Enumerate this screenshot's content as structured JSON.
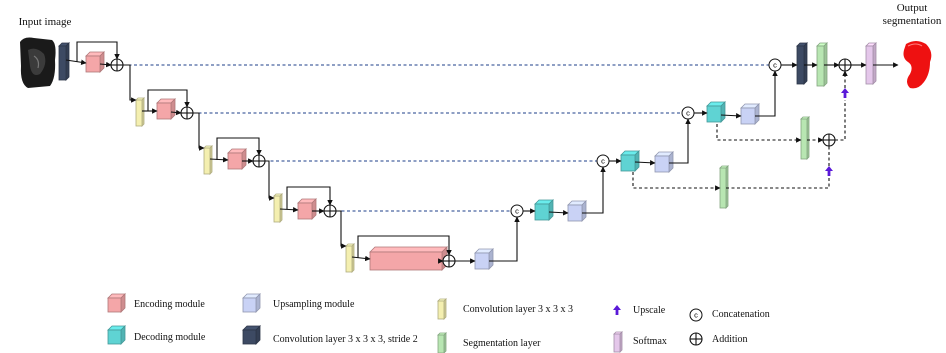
{
  "titles": {
    "input": "Input image",
    "output_line1": "Output",
    "output_line2": "segmentation"
  },
  "legend": {
    "encoding": "Encoding module",
    "decoding": "Decoding module",
    "upsampling": "Upsampling module",
    "conv_stride": "Convolution layer 3 x 3 x 3, stride 2",
    "conv": "Convolution layer 3 x 3 x 3",
    "segmentation": "Segmentation layer",
    "upscale": "Upscale",
    "softmax": "Softmax",
    "concatenation": "Concatenation",
    "addition": "Addition"
  },
  "symbols": {
    "concat_glyph": "c"
  },
  "colors": {
    "encoding": "#f4a6a8",
    "decoding": "#5fd3d3",
    "upsampling": "#c9d2f5",
    "conv_stride": "#3d4a63",
    "conv": "#f4efb0",
    "segmentation": "#b8e6b2",
    "softmax": "#e4c7ea",
    "upscale": "#5a19d8",
    "output_red": "#ee1111"
  }
}
